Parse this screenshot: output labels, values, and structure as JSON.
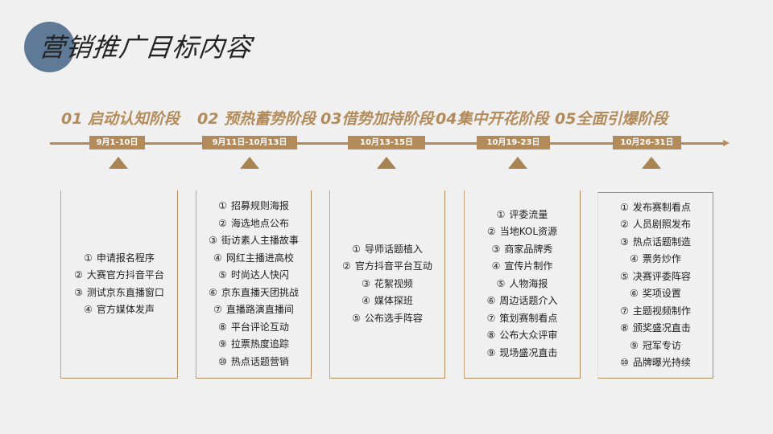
{
  "header": {
    "title": "营销推广目标内容"
  },
  "colors": {
    "accent": "#b38b5a",
    "circle": "#5f7a96",
    "background": "#f0f0f0",
    "text": "#1e1e1e"
  },
  "stages": [
    {
      "title": "01 启动认知阶段",
      "date": "9月1-10日",
      "items": [
        {
          "num": "①",
          "text": "申请报名程序"
        },
        {
          "num": "②",
          "text": "大赛官方抖音平台"
        },
        {
          "num": "③",
          "text": "测试京东直播窗口"
        },
        {
          "num": "④",
          "text": "官方媒体发声"
        }
      ]
    },
    {
      "title": "02 预热蓄势阶段",
      "date": "9月11日-10月13日",
      "items": [
        {
          "num": "①",
          "text": "招募规则海报"
        },
        {
          "num": "②",
          "text": "海选地点公布"
        },
        {
          "num": "③",
          "text": "街访素人主播故事"
        },
        {
          "num": "④",
          "text": "网红主播进高校"
        },
        {
          "num": "⑤",
          "text": "时尚达人快闪"
        },
        {
          "num": "⑥",
          "text": "京东直播天团挑战"
        },
        {
          "num": "⑦",
          "text": "直播路演直播间"
        },
        {
          "num": "⑧",
          "text": "平台评论互动"
        },
        {
          "num": "⑨",
          "text": "拉票热度追踪"
        },
        {
          "num": "⑩",
          "text": "热点话题营销"
        }
      ]
    },
    {
      "title": "03借势加持阶段",
      "date": "10月13-15日",
      "items": [
        {
          "num": "①",
          "text": "导师话题植入"
        },
        {
          "num": "②",
          "text": "官方抖音平台互动"
        },
        {
          "num": "③",
          "text": "花絮视频"
        },
        {
          "num": "④",
          "text": "媒体探班"
        },
        {
          "num": "⑤",
          "text": "公布选手阵容"
        }
      ]
    },
    {
      "title": "04集中开花阶段",
      "date": "10月19-23日",
      "items": [
        {
          "num": "①",
          "text": "评委流量"
        },
        {
          "num": "②",
          "text": "当地KOL资源"
        },
        {
          "num": "③",
          "text": "商家品牌秀"
        },
        {
          "num": "④",
          "text": "宣传片制作"
        },
        {
          "num": "⑤",
          "text": "人物海报"
        },
        {
          "num": "⑥",
          "text": "周边话题介入"
        },
        {
          "num": "⑦",
          "text": "策划赛制看点"
        },
        {
          "num": "⑧",
          "text": "公布大众评审"
        },
        {
          "num": "⑨",
          "text": "现场盛况直击"
        }
      ]
    },
    {
      "title": "05全面引爆阶段",
      "date": "10月26-31日",
      "items": [
        {
          "num": "①",
          "text": "发布赛制看点"
        },
        {
          "num": "②",
          "text": "人员剧照发布"
        },
        {
          "num": "③",
          "text": "热点话题制造"
        },
        {
          "num": "④",
          "text": "票务炒作"
        },
        {
          "num": "⑤",
          "text": "决赛评委阵容"
        },
        {
          "num": "⑥",
          "text": "奖项设置"
        },
        {
          "num": "⑦",
          "text": "主题视频制作"
        },
        {
          "num": "⑧",
          "text": "颁奖盛况直击"
        },
        {
          "num": "⑨",
          "text": "冠军专访"
        },
        {
          "num": "⑩",
          "text": "品牌曝光持续"
        }
      ]
    }
  ]
}
